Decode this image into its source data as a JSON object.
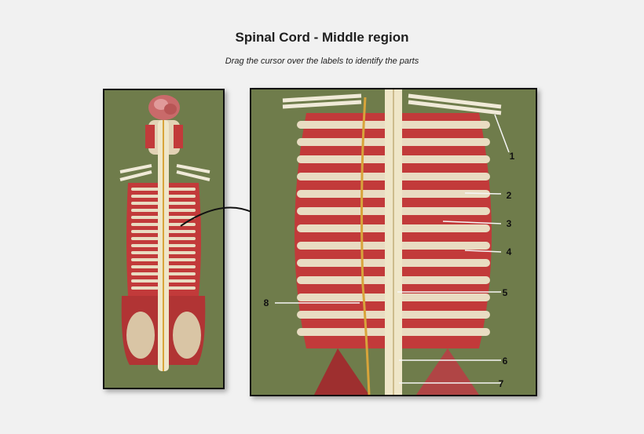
{
  "header": {
    "title": "Spinal Cord - Middle region",
    "subtitle": "Drag the cursor over the labels to identify the parts"
  },
  "labels": [
    "1",
    "2",
    "3",
    "4",
    "5",
    "6",
    "7",
    "8"
  ],
  "colors": {
    "background": "#f1f1f1",
    "panel": "#6f7c4b",
    "muscle": "#c23a3a",
    "rib": "#e9dcc2",
    "cord": "#efe6c8",
    "nerve": "#d8a43a"
  }
}
